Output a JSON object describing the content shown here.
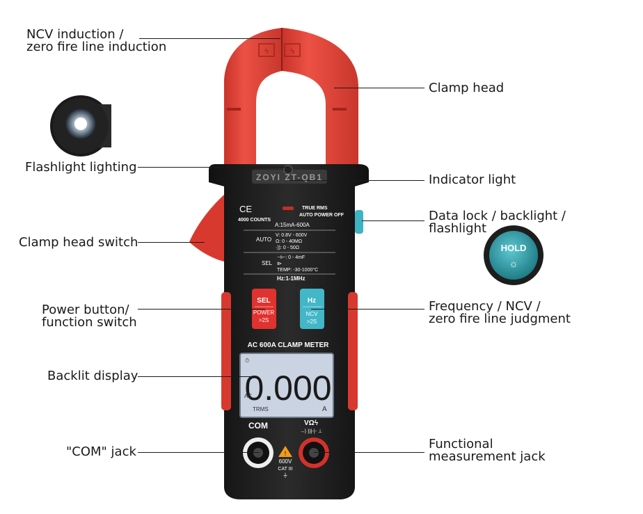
{
  "callouts": {
    "ncv": [
      "NCV induction /",
      "zero fire line induction"
    ],
    "clamp_head": "Clamp head",
    "flashlight": "Flashlight lighting",
    "indicator": "Indicator light",
    "data_lock": [
      "Data lock / backlight /",
      "flashlight"
    ],
    "clamp_switch": "Clamp head switch",
    "power": [
      "Power button/",
      "function switch"
    ],
    "frequency": [
      "Frequency / NCV /",
      "zero fire line judgment"
    ],
    "display": "Backlit display",
    "com": "\"COM\" jack",
    "functional": [
      "Functional",
      "measurement jack"
    ]
  },
  "device": {
    "brand": "ZOYI",
    "model": "ZT-QB1",
    "ce": "CE",
    "counts": "4000 COUNTS",
    "true_rms": "TRUE RMS",
    "auto_power_off": "AUTO POWER OFF",
    "current_range": "15mA-600A",
    "auto_label": "AUTO",
    "auto_specs": [
      "0.8V - 600V",
      "0 - 40MΩ",
      "0 - 50Ω"
    ],
    "sel_label": "SEL",
    "sel_specs": [
      "0 - 4mF",
      "",
      "TEMP: -30-1000°C"
    ],
    "hz_range": "Hz:1-1MHz",
    "sel_button": {
      "top": "SEL",
      "bottom1": "POWER",
      "bottom2": ">2S"
    },
    "hz_button": {
      "top": "Hz",
      "bottom1": "NCV",
      "bottom2": ">2S"
    },
    "title": "AC 600A  CLAMP METER",
    "display_value": "0.000",
    "display_ac": "AC",
    "display_trms": "TRMS",
    "display_unit": "A",
    "com_label": "COM",
    "input_label1": "VΩϟ",
    "input_label2": "→|·))|-|-🌡",
    "warning_v": "600V",
    "warning_cat": "CAT III",
    "hold_label": "HOLD"
  },
  "colors": {
    "clamp_red": "#e8463b",
    "body_dark": "#1e1e1e",
    "sel_button": "#e0322e",
    "hz_button": "#42b7c8",
    "lcd": "#c9d3e2",
    "hold_button": "#2d9aa6"
  }
}
